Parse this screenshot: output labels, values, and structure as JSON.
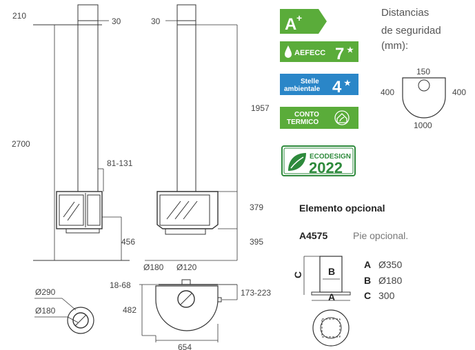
{
  "colors": {
    "green": "#5aac3a",
    "blue": "#2a86c8",
    "dark_green": "#2e8a3c",
    "line": "#333333"
  },
  "front_view": {
    "dim_top_left": "210",
    "dim_flue_front": "30",
    "dim_total_height": "2700",
    "dim_flue_width": "81-131",
    "dim_base_height": "456"
  },
  "side_view": {
    "dim_flue_side": "30",
    "dim_flue_height": "1957",
    "dim_body_height": "379",
    "dim_base_height": "395"
  },
  "plan_view": {
    "dia_left_outer": "Ø180",
    "dia_left_inner": "Ø120",
    "dim_offset_left": "18-68",
    "dim_depth": "482",
    "dim_offset_right": "173-223",
    "dim_width": "654"
  },
  "flue_detail": {
    "dia_outer": "Ø290",
    "dia_inner": "Ø180"
  },
  "badges": {
    "energy_class_letter": "A",
    "energy_class_plus": "+",
    "aefecc_label": "AEFECC",
    "aefecc_value": "7",
    "aefecc_star": "★",
    "stelle_label_1": "Stelle",
    "stelle_label_2": "ambientale",
    "stelle_value": "4",
    "stelle_star": "★",
    "conto_label_1": "CONTO",
    "conto_label_2": "TERMICO",
    "ecodesign_label": "ECODESIGN",
    "ecodesign_year": "2022"
  },
  "safety": {
    "title_1": "Distancias",
    "title_2": "de seguridad",
    "title_3": "(mm):",
    "top": "150",
    "left": "400",
    "right": "400",
    "front": "1000"
  },
  "optional": {
    "title": "Elemento opcional",
    "code": "A4575",
    "description": "Pie opcional.",
    "dim_side_label": "C",
    "dim_b_label": "B",
    "dim_a_label": "A",
    "rows": [
      {
        "key": "A",
        "value": "Ø350"
      },
      {
        "key": "B",
        "value": "Ø180"
      },
      {
        "key": "C",
        "value": "300"
      }
    ]
  }
}
